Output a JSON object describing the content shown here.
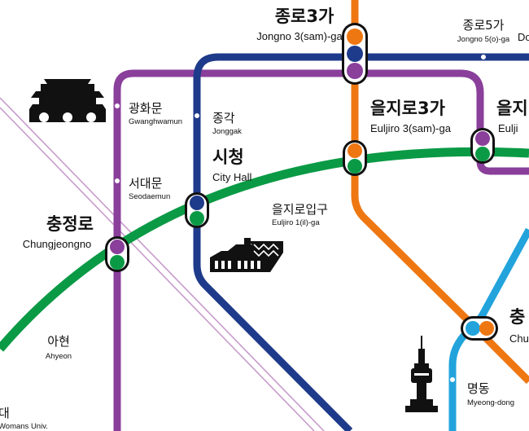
{
  "colors": {
    "line1": "#1e3a8a",
    "line2": "#0a9a45",
    "line3": "#ee7712",
    "line4": "#22a3dc",
    "line5": "#8a3f9b",
    "airport": "#c89bcc",
    "node_ring": "#111111"
  },
  "stations": {
    "jongno3ga": {
      "kr": "종로3가",
      "en": "Jongno 3(sam)-ga"
    },
    "jongno5ga": {
      "kr": "종로5가",
      "en": "Jongno 5(o)-ga"
    },
    "dongdaemun_partial": {
      "en": "Do"
    },
    "gwanghwamun": {
      "kr": "광화문",
      "en": "Gwanghwamun"
    },
    "jonggak": {
      "kr": "종각",
      "en": "Jonggak"
    },
    "euljiro3ga": {
      "kr": "을지로3가",
      "en": "Euljiro 3(sam)-ga"
    },
    "euljiro4ga_partial": {
      "kr": "을지",
      "en": "Eulji"
    },
    "cityhall": {
      "kr": "시청",
      "en": "City Hall"
    },
    "seodaemun": {
      "kr": "서대문",
      "en": "Seodaemun"
    },
    "euljiro1ga": {
      "kr": "을지로입구",
      "en": "Euljiro 1(il)-ga"
    },
    "chungjeongno": {
      "kr": "충정로",
      "en": "Chungjeongno"
    },
    "ahyeon": {
      "kr": "아현",
      "en": "Ahyeon"
    },
    "myeongdong": {
      "kr": "명동",
      "en": "Myeong-dong"
    },
    "chungmuro_partial": {
      "kr": "충",
      "en": "Chu"
    },
    "ewha_partial": {
      "kr": "대",
      "en": "Womans Univ."
    }
  },
  "landmarks": [
    {
      "name": "gyeongbokgung-gate",
      "icon": "palace-gate-icon"
    },
    {
      "name": "seoul-library",
      "icon": "library-building-icon"
    },
    {
      "name": "n-seoul-tower",
      "icon": "tower-icon"
    }
  ]
}
